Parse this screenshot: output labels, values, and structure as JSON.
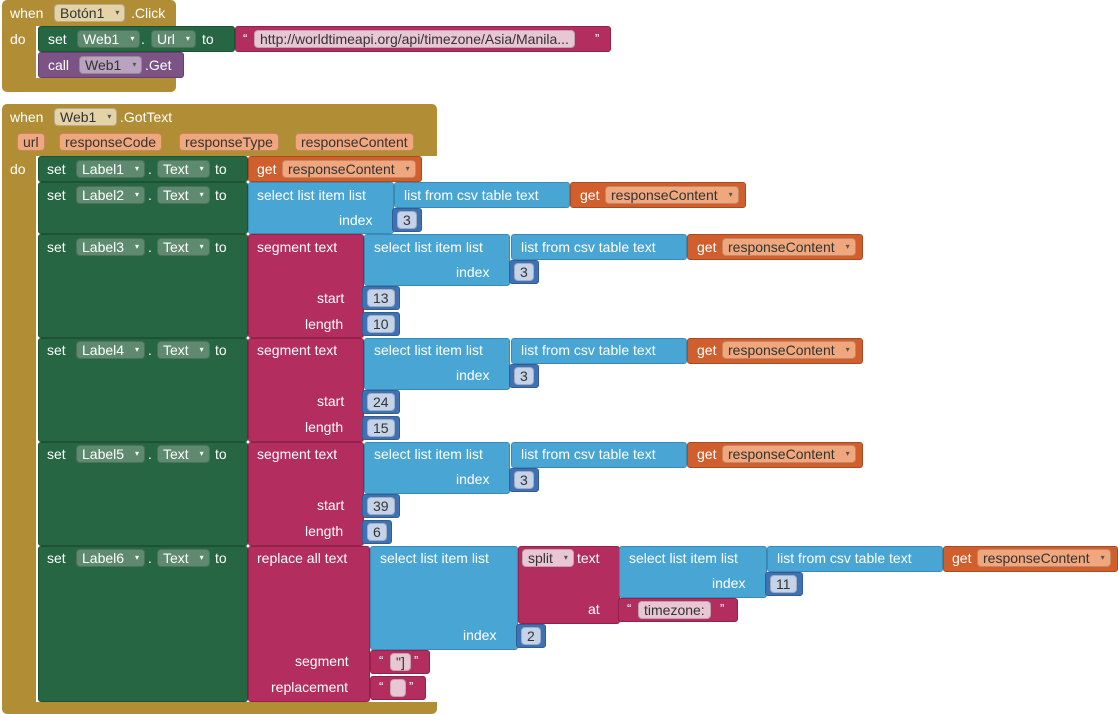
{
  "evt1": {
    "when": "when",
    "component": "Botón1",
    "event": ".Click",
    "do": "do",
    "set": "set",
    "target": "Web1",
    "dot": ".",
    "property": "Url",
    "to": "to",
    "url_value": "http://worldtimeapi.org/api/timezone/Asia/Manila...",
    "call": "call",
    "call_component": "Web1",
    "call_method": ".Get"
  },
  "evt2": {
    "when": "when",
    "component": "Web1",
    "event": ".GotText",
    "params": [
      "url",
      "responseCode",
      "responseType",
      "responseContent"
    ],
    "do": "do"
  },
  "kw": {
    "set": "set",
    "dot": ".",
    "to": "to",
    "text_prop": "Text",
    "get": "get",
    "var": "responseContent",
    "select_list_item": "select list item",
    "list": "list",
    "list_from_csv": "list from csv table",
    "text": "text",
    "index": "index",
    "segment_text": "segment",
    "start": "start",
    "length": "length",
    "replace_all": "replace all",
    "split": "split",
    "at": "at",
    "segment": "segment",
    "replacement": "replacement",
    "quote_open": "“",
    "quote_close": "”"
  },
  "rows": {
    "r1": {
      "label": "Label1"
    },
    "r2": {
      "label": "Label2",
      "index": "3"
    },
    "r3": {
      "label": "Label3",
      "index": "3",
      "start": "13",
      "length": "10"
    },
    "r4": {
      "label": "Label4",
      "index": "3",
      "start": "24",
      "length": "15"
    },
    "r5": {
      "label": "Label5",
      "index": "3",
      "start": "39",
      "length": "6"
    },
    "r6": {
      "label": "Label6",
      "inner_index": "11",
      "split_at": "timezone:",
      "outer_index": "2",
      "segment_value": "\"]",
      "replacement_value": ""
    }
  },
  "colors": {
    "event": "#b18e35",
    "setter": "#266643",
    "call": "#7c5385",
    "text": "#b32d5e",
    "list": "#49a6d4",
    "variable": "#d05f2d",
    "number": "#3f71b5"
  }
}
